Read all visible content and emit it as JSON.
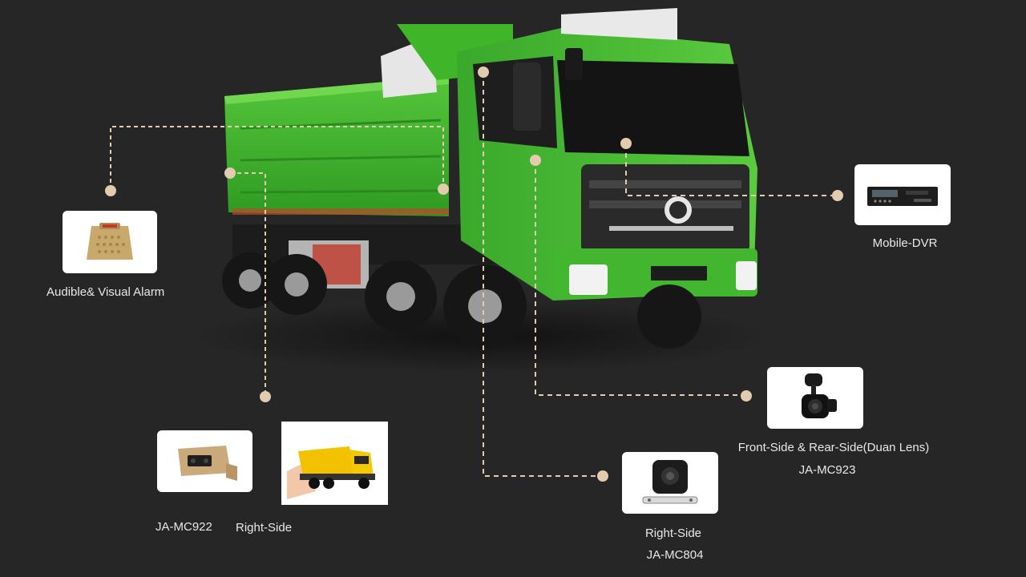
{
  "colors": {
    "background": "#262626",
    "connector": "#e3cbb0",
    "truck_green": "#3fb52a",
    "card": "#ffffff",
    "label_text": "#e8e8e8"
  },
  "devices": {
    "alarm": {
      "name": "Audible& Visual Alarm",
      "icon": "alarm-device-icon"
    },
    "dvr": {
      "name": "Mobile-DVR",
      "icon": "dvr-device-icon"
    },
    "mc923": {
      "position": "Front-Side & Rear-Side(Duan Lens)",
      "model": "JA-MC923",
      "icon": "camera-mc923-icon"
    },
    "mc804": {
      "position": "Right-Side",
      "model": "JA-MC804",
      "icon": "camera-mc804-icon"
    },
    "mc922": {
      "model": "JA-MC922",
      "position": "Right-Side",
      "icon": "camera-mc922-icon",
      "view_icon": "right-side-view-truck-icon"
    }
  },
  "main_image": {
    "icon": "green-dump-truck"
  }
}
